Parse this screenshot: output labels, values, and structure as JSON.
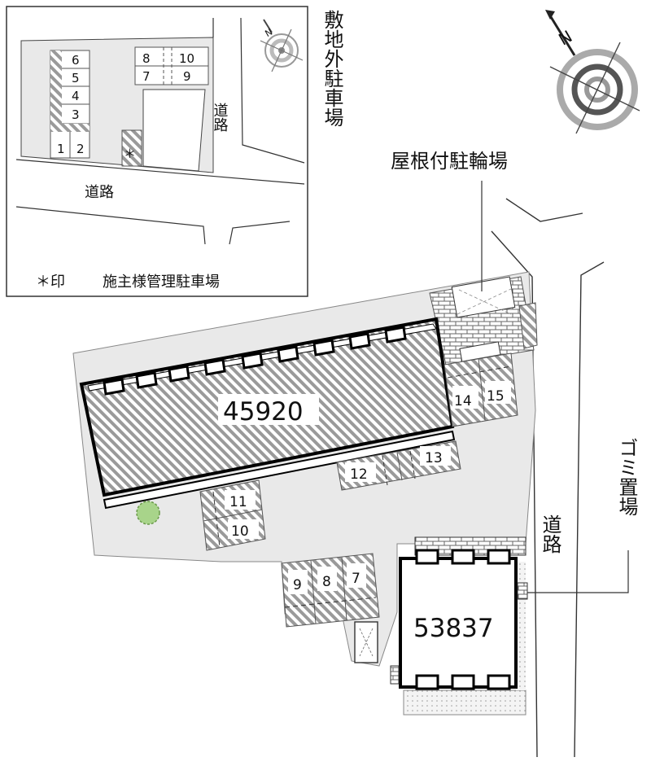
{
  "map": {
    "building_main_id": "45920",
    "building_secondary_id": "53837",
    "bicycle_parking_label": "屋根付駐輪場",
    "garbage_label": "ゴミ置場",
    "road_label": "道路",
    "offsite_parking_label": "敷地外駐車場",
    "compass_label": "N"
  },
  "inset": {
    "road_label_bottom": "道路",
    "road_label_right": "道路",
    "legend_mark": "＊印",
    "legend_text": "施主様管理駐車場",
    "asterisk": "＊",
    "compass_label": "N",
    "slots_left": [
      "6",
      "5",
      "4",
      "3",
      "1",
      "2"
    ],
    "slots_top": [
      "8",
      "10",
      "7",
      "9"
    ]
  },
  "parking_slots": [
    "14",
    "15",
    "12",
    "13",
    "11",
    "10",
    "9",
    "8",
    "7"
  ],
  "colors": {
    "hatch": "#9a9a9a",
    "ground": "#e9e9e9",
    "tree": "#a8d48a",
    "building_outline": "#000000"
  }
}
